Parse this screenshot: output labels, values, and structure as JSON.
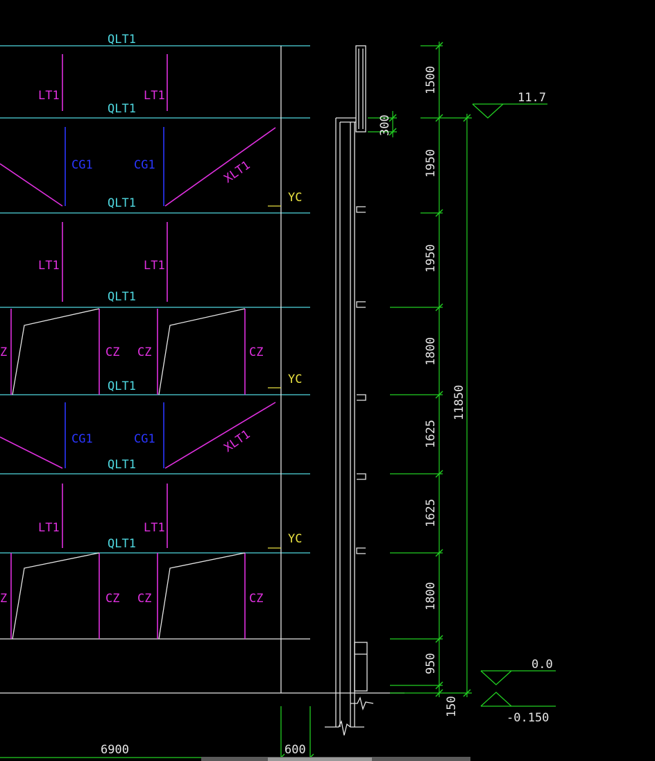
{
  "colors": {
    "background": "#000000",
    "beam": "#4fd8e0",
    "member": "#e030e0",
    "blue": "#2a36ff",
    "line": "#e6e6e6",
    "dimension": "#22d022",
    "column": "#e8e040"
  },
  "labels": {
    "qlt1": "QLT1",
    "lt1": "LT1",
    "cg1": "CG1",
    "xlt1": "XLT1",
    "cz": "CZ",
    "z": "Z",
    "yc": "YC"
  },
  "dimensions": {
    "left": [
      "1500",
      "1950",
      "1950",
      "1800",
      "1625",
      "1625",
      "1800",
      "950",
      "150"
    ],
    "small": "300",
    "total": "11850",
    "bottom_left": "6900",
    "bottom_right": "600"
  },
  "elevations": {
    "top": "11.7",
    "ground": "0.0",
    "below": "-0.150"
  }
}
